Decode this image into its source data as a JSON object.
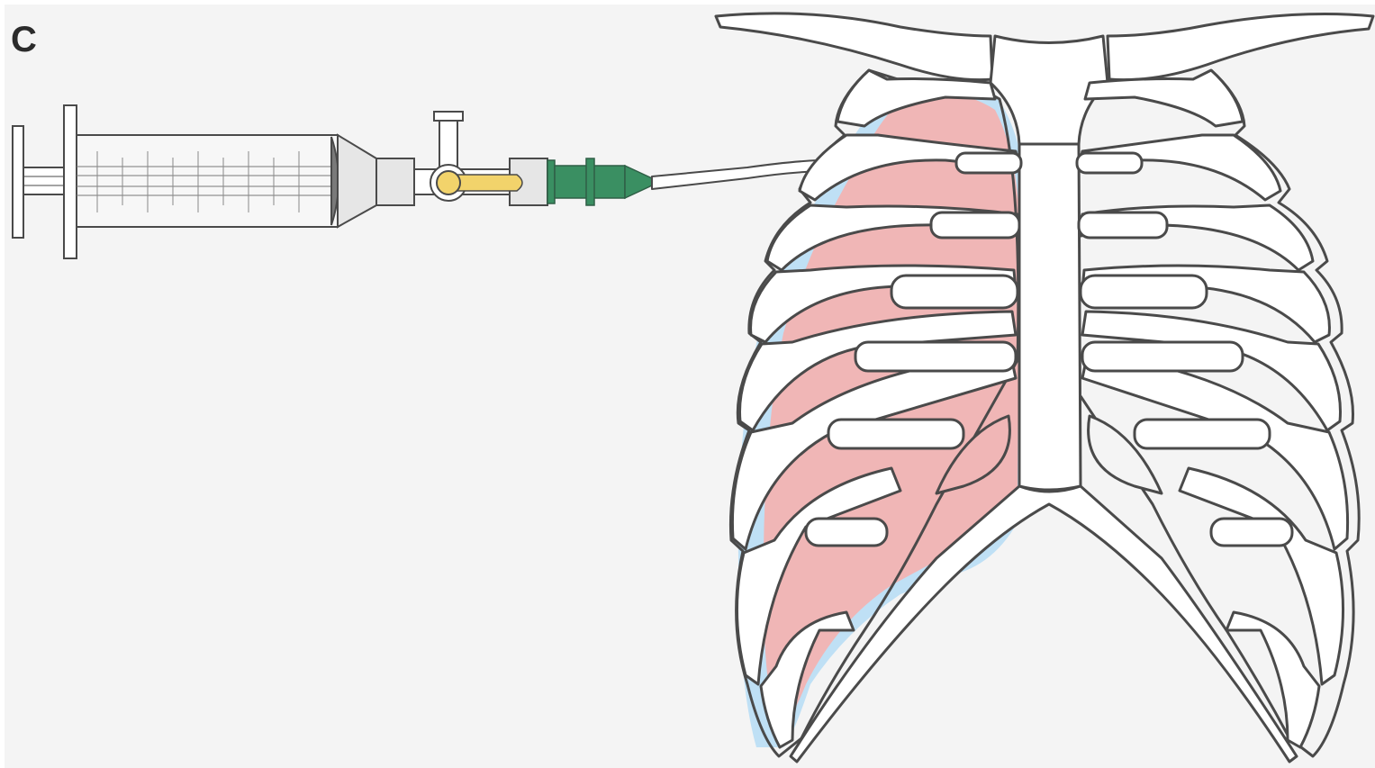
{
  "figure": {
    "panel_label": "C"
  },
  "colors": {
    "background": "#f4f4f4",
    "outline": "#4a4a4a",
    "bone": "#ffffff",
    "lung": "#f0b6b6",
    "pleural_fluid": "#bfe0f5",
    "needle_hub": "#3a8f62",
    "stopcock_handle": "#f2d36b",
    "syringe_barrel": "#f7f7f7",
    "syringe_tip": "#e6e6e6",
    "syringe_seal": "#7a7a7a"
  },
  "diagram": {
    "subject": "thoracentesis-setup",
    "components": [
      "syringe",
      "three-way-stopcock",
      "needle-hub",
      "catheter",
      "rib-cage",
      "right-lung",
      "pleural-effusion"
    ]
  }
}
